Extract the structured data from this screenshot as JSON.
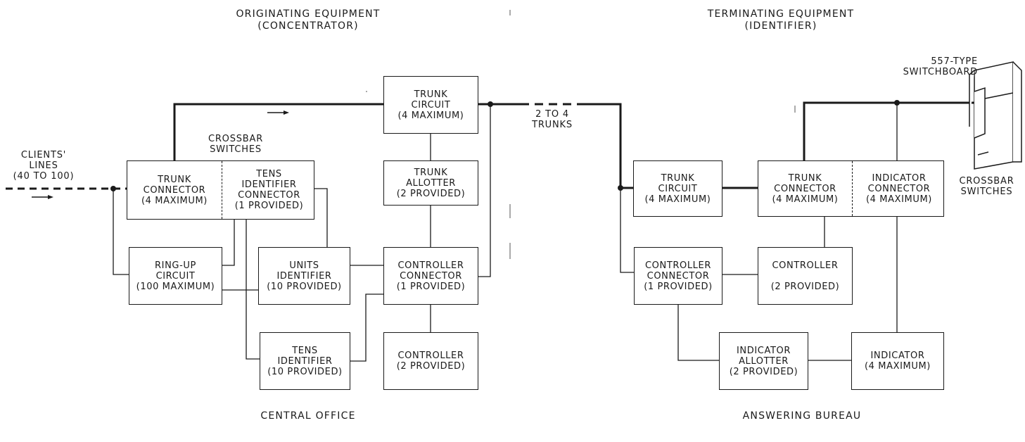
{
  "headers": {
    "originating": "ORIGINATING EQUIPMENT\n(CONCENTRATOR)",
    "terminating": "TERMINATING EQUIPMENT\n(IDENTIFIER)",
    "central_office": "CENTRAL OFFICE",
    "answering_bureau": "ANSWERING BUREAU"
  },
  "labels": {
    "clients_lines": "CLIENTS'\nLINES\n(40 TO 100)",
    "crossbar_left": "CROSSBAR\nSWITCHES",
    "crossbar_right": "CROSSBAR\nSWITCHES",
    "trunks": "2 TO 4\nTRUNKS",
    "switchboard": "557-TYPE\nSWITCHBOARD"
  },
  "boxes": {
    "trunk_connector_l": "TRUNK\nCONNECTOR\n(4 MAXIMUM)",
    "tens_identifier_connector": "TENS\nIDENTIFIER\nCONNECTOR\n(1 PROVIDED)",
    "ring_up_circuit": "RING-UP\nCIRCUIT\n(100 MAXIMUM)",
    "units_identifier": "UNITS\nIDENTIFIER\n(10 PROVIDED)",
    "tens_identifier": "TENS\nIDENTIFIER\n(10 PROVIDED)",
    "trunk_circuit_l": "TRUNK\nCIRCUIT\n(4 MAXIMUM)",
    "trunk_allotter": "TRUNK\nALLOTTER\n(2 PROVIDED)",
    "controller_connector_l": "CONTROLLER\nCONNECTOR\n(1 PROVIDED)",
    "controller_l": "CONTROLLER\n(2 PROVIDED)",
    "trunk_circuit_r": "TRUNK\nCIRCUIT\n(4 MAXIMUM)",
    "trunk_connector_r": "TRUNK\nCONNECTOR\n(4 MAXIMUM)",
    "indicator_connector": "INDICATOR\nCONNECTOR\n(4 MAXIMUM)",
    "controller_connector_r": "CONTROLLER\nCONNECTOR\n(1 PROVIDED)",
    "controller_r": "CONTROLLER\n\n(2 PROVIDED)",
    "indicator_allotter": "INDICATOR\nALLOTTER\n(2 PROVIDED)",
    "indicator": "INDICATOR\n(4 MAXIMUM)"
  }
}
